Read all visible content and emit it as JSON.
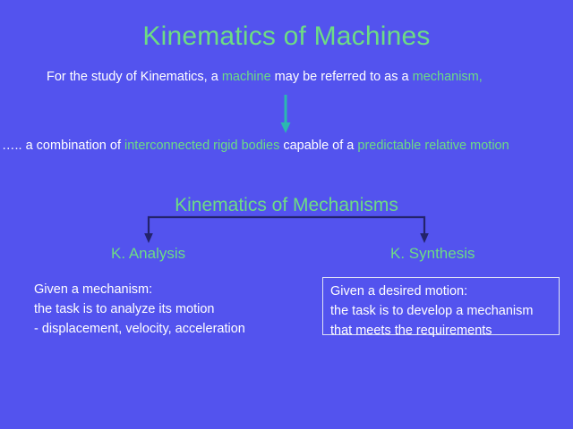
{
  "slide": {
    "background_color": "#5353ee",
    "title": "Kinematics of Machines",
    "title_color": "#6ddc84",
    "highlight_color": "#6ddc84",
    "body_text_color": "#ffffff",
    "arrow_color": "#2bb8b0",
    "connector_color": "#23236b",
    "box_border_color": "#dfe2f5"
  },
  "definition": {
    "part1": "For the study of Kinematics, a ",
    "highlight1": "machine",
    "part2": " may be referred to as a ",
    "highlight2": "mechanism,"
  },
  "combination": {
    "part1": "….. a combination of ",
    "highlight1": "interconnected rigid bodies",
    "part2": " capable of a ",
    "highlight2": "predictable relative motion"
  },
  "icons": {
    "down_arrow": "arrow-down-icon",
    "branch_arrow_left": "branch-arrow-left-icon",
    "branch_arrow_right": "branch-arrow-right-icon"
  },
  "mechanisms": {
    "heading": "Kinematics of Mechanisms",
    "branches": [
      {
        "label": "K. Analysis",
        "body": "Given a mechanism:\nthe task is to analyze its motion\n- displacement, velocity, acceleration",
        "boxed": false
      },
      {
        "label": "K. Synthesis",
        "body": "Given a desired motion:\nthe task is to develop a mechanism\nthat meets the requirements",
        "boxed": true
      }
    ]
  }
}
